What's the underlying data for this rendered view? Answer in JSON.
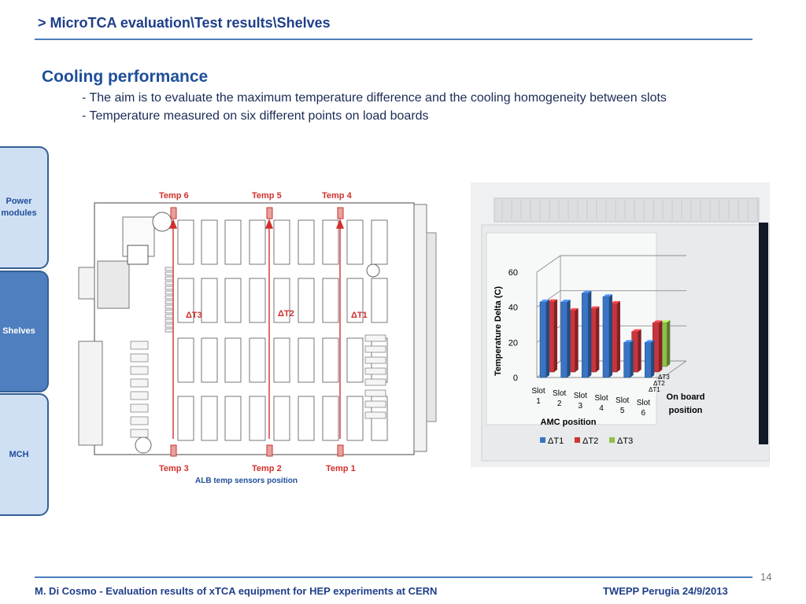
{
  "slide": {
    "title": "> MicroTCA evaluation\\Test results\\Shelves",
    "heading": "Cooling performance",
    "bullets": [
      "- The aim is to evaluate the maximum temperature difference and the cooling homogeneity between slots",
      "- Temperature measured on six different points on load boards"
    ],
    "footer_left": "M. Di Cosmo - Evaluation results of xTCA  equipment for HEP experiments  at CERN",
    "footer_right": "TWEPP Perugia 24/9/2013",
    "page_number": "14"
  },
  "side_tabs": [
    {
      "label": "Power modules",
      "active": false
    },
    {
      "label": "Shelves",
      "active": true
    },
    {
      "label": "MCH",
      "active": false
    }
  ],
  "board": {
    "temp_labels_top": [
      "Temp 6",
      "Temp 5",
      "Temp 4"
    ],
    "temp_labels_bottom": [
      "Temp 3",
      "Temp 2",
      "Temp 1"
    ],
    "delta_labels": [
      "ΔT3",
      "ΔT2",
      "ΔT1"
    ],
    "caption": "ALB temp sensors position",
    "accent_color": "#d0312d"
  },
  "chart_data": {
    "type": "bar",
    "categories": [
      "Slot 1",
      "Slot 2",
      "Slot 3",
      "Slot 4",
      "Slot 5",
      "Slot 6"
    ],
    "series": [
      {
        "name": "ΔT1",
        "values": [
          43,
          43,
          48,
          46,
          20,
          20
        ],
        "color": "#3a74c4"
      },
      {
        "name": "ΔT2",
        "values": [
          40,
          35,
          36,
          39,
          23,
          28
        ],
        "color": "#c8353a"
      },
      {
        "name": "ΔT3",
        "values": [
          0,
          0,
          0,
          0,
          0,
          25
        ],
        "color": "#8fbf4a"
      }
    ],
    "ylabel": "Temperature Delta (C)",
    "xlabel": "AMC position",
    "zlabel": "On board position",
    "depth_labels": [
      "ΔT3",
      "ΔT2",
      "ΔT1"
    ],
    "yticks": [
      0,
      20,
      40,
      60
    ],
    "ylim": [
      0,
      60
    ],
    "grid": true,
    "legend": "bottom"
  }
}
